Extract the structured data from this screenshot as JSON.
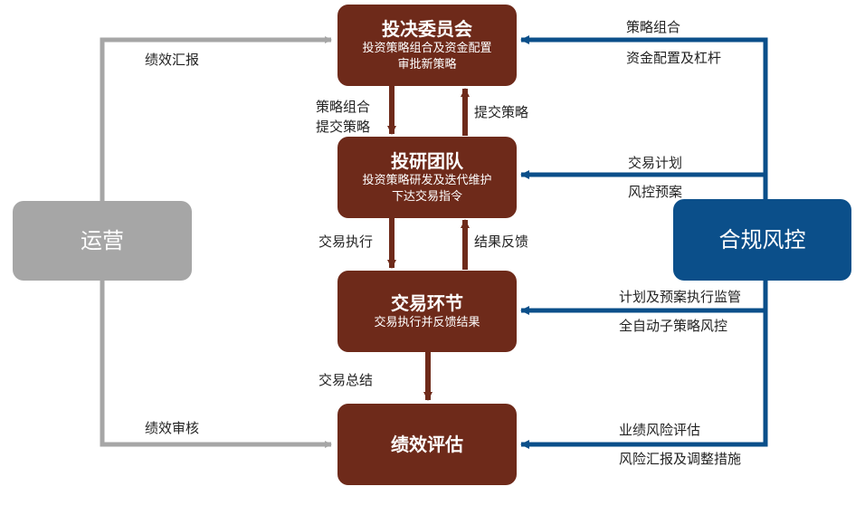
{
  "colors": {
    "brown": "#6e2a1a",
    "blue": "#0b4f8a",
    "gray": "#a6a6a6"
  },
  "nodes": {
    "committee": {
      "title": "投决委员会",
      "sub1": "投资策略组合及资金配置",
      "sub2": "审批新策略"
    },
    "research": {
      "title": "投研团队",
      "sub1": "投资策略研发及迭代维护",
      "sub2": "下达交易指令"
    },
    "trading": {
      "title": "交易环节",
      "sub1": "交易执行并反馈结果"
    },
    "evaluation": {
      "title": "绩效评估"
    },
    "operations": {
      "title": "运营"
    },
    "risk": {
      "title": "合规风控"
    }
  },
  "labels": {
    "perf_report": "绩效汇报",
    "perf_audit": "绩效审核",
    "strat_combo_down_1": "策略组合",
    "strat_combo_down_2": "提交策略",
    "submit_strategy_up": "提交策略",
    "trade_exec": "交易执行",
    "result_feedback": "结果反馈",
    "trade_summary": "交易总结",
    "risk_to_committee_1": "策略组合",
    "risk_to_committee_2": "资金配置及杠杆",
    "risk_to_research_1": "交易计划",
    "risk_to_research_2": "风控预案",
    "risk_to_trading_1": "计划及预案执行监管",
    "risk_to_trading_2": "全自动子策略风控",
    "risk_to_eval_1": "业绩风险评估",
    "risk_to_eval_2": "风险汇报及调整措施"
  }
}
